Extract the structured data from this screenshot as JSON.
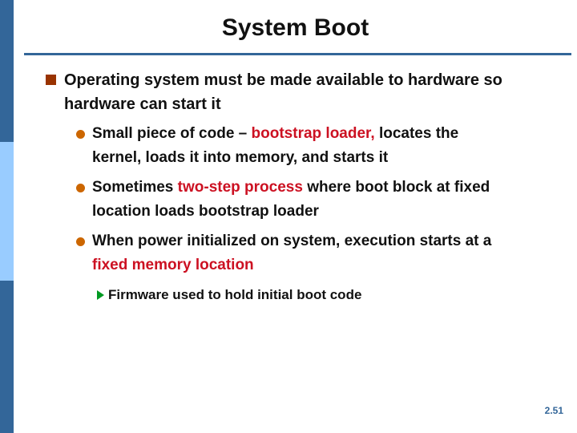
{
  "slide": {
    "title": "System Boot",
    "page_number": "2.51"
  },
  "colors": {
    "accent_blue": "#336699",
    "light_blue": "#99ccff",
    "square_bullet": "#993300",
    "circle_bullet": "#cc6600",
    "arrow_bullet_green": "#009922",
    "highlight_red": "#cc1122",
    "text_black": "#111111"
  },
  "bullets": {
    "level1": {
      "text": "Operating system must be made available to hardware so\nhardware can start it"
    },
    "items": [
      {
        "segments": [
          {
            "text": "Small piece of code – "
          },
          {
            "text": "bootstrap loader,",
            "red": true
          },
          {
            "text": " locates the\nkernel, loads it into memory, and starts it"
          }
        ]
      },
      {
        "segments": [
          {
            "text": "Sometimes "
          },
          {
            "text": "two-step process",
            "red": true
          },
          {
            "text": " where boot block at fixed\nlocation loads bootstrap loader"
          }
        ]
      },
      {
        "segments": [
          {
            "text": "When power initialized on system, execution starts at a\n"
          },
          {
            "text": "fixed memory location",
            "red": true
          }
        ]
      }
    ],
    "level3": {
      "text": "Firmware used to hold initial boot code"
    }
  }
}
